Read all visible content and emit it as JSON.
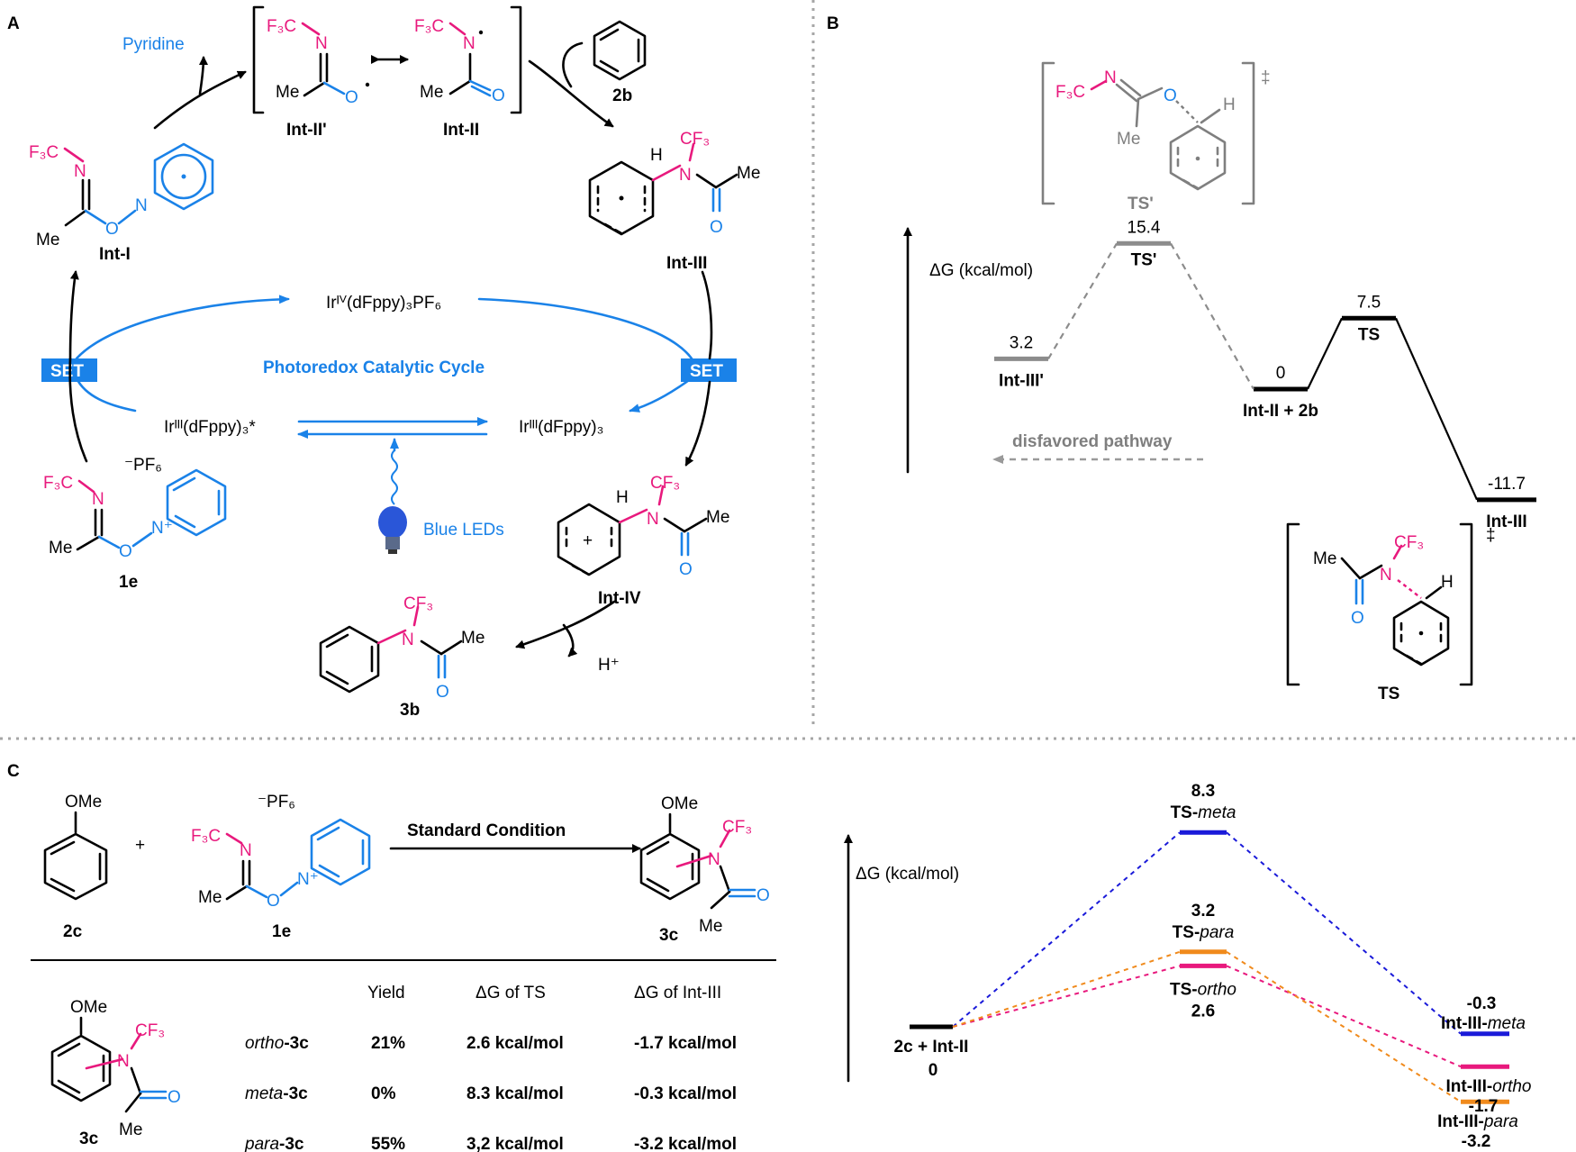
{
  "panels": {
    "a": "A",
    "b": "B",
    "c": "C"
  },
  "panel_a": {
    "pyridine": "Pyridine",
    "int_i": "Int-I",
    "int_ii_prime": "Int-II'",
    "int_ii": "Int-II",
    "int_iii": "Int-III",
    "int_iv": "Int-IV",
    "comp_2b": "2b",
    "comp_1e": "1e",
    "comp_3b": "3b",
    "pf6": "⁻PF₆",
    "h_plus": "H⁺",
    "set_left": "SET",
    "set_right": "SET",
    "cycle_title": "Photoredox Catalytic Cycle",
    "ir_iv": "Irᴵⱽ(dFppy)₃PF₆",
    "ir_iii_star": "Irᴵᴵᴵ(dFppy)₃*",
    "ir_iii": "Irᴵᴵᴵ(dFppy)₃",
    "blue_leds": "Blue LEDs",
    "colors": {
      "blue": "#1a82e8",
      "pink": "#e8197d",
      "gray": "#7f7f7f"
    }
  },
  "panel_b": {
    "axis_label": "ΔG (kcal/mol)",
    "ts_prime_caption": "TS'",
    "ts_caption": "TS",
    "dagger": "‡",
    "disfavored": "disfavored pathway",
    "levels": [
      {
        "label": "Int-III'",
        "value": "3.2"
      },
      {
        "label": "TS'",
        "value": "15.4"
      },
      {
        "label": "Int-II + 2b",
        "value": "0"
      },
      {
        "label": "TS",
        "value": "7.5"
      },
      {
        "label": "Int-III",
        "value": "-11.7"
      }
    ]
  },
  "panel_c": {
    "reaction": {
      "comp_2c": "2c",
      "comp_1e": "1e",
      "comp_3c": "3c",
      "plus": "+",
      "pf6": "⁻PF₆",
      "condition": "Standard Condition"
    },
    "table": {
      "headers": [
        "Yield",
        "ΔG of TS",
        "ΔG of Int-III"
      ],
      "rows": [
        {
          "isomer": "ortho-3c",
          "yield": "21%",
          "dg_ts": "2.6 kcal/mol",
          "dg_int": "-1.7 kcal/mol",
          "color": "#e8197d"
        },
        {
          "isomer": "meta-3c",
          "yield": "0%",
          "dg_ts": "8.3 kcal/mol",
          "dg_int": "-0.3 kcal/mol",
          "color": "#1a1ad9"
        },
        {
          "isomer": "para-3c",
          "yield": "55%",
          "dg_ts": "3,2 kcal/mol",
          "dg_int": "-3.2 kcal/mol",
          "color": "#f08a1c"
        }
      ],
      "comp_3c": "3c"
    },
    "profile": {
      "axis_label": "ΔG (kcal/mol)",
      "start": {
        "label": "2c + Int-II",
        "value": "0"
      },
      "ts_meta": {
        "value": "8.3",
        "label": "TS-meta"
      },
      "ts_para": {
        "value": "3.2",
        "label": "TS-para"
      },
      "ts_ortho": {
        "value": "2.6",
        "label": "TS-ortho"
      },
      "int_meta": {
        "value": "-0.3",
        "label": "Int-III-meta"
      },
      "int_ortho": {
        "value": "-1.7",
        "label": "Int-III-ortho"
      },
      "int_para": {
        "value": "-3.2",
        "label": "Int-III-para"
      }
    }
  },
  "atoms": {
    "f3c": "F₃C",
    "cf3": "CF₃",
    "n": "N",
    "o": "O",
    "me": "Me",
    "h": "H",
    "ome": "OMe",
    "n_plus": "N⁺"
  }
}
